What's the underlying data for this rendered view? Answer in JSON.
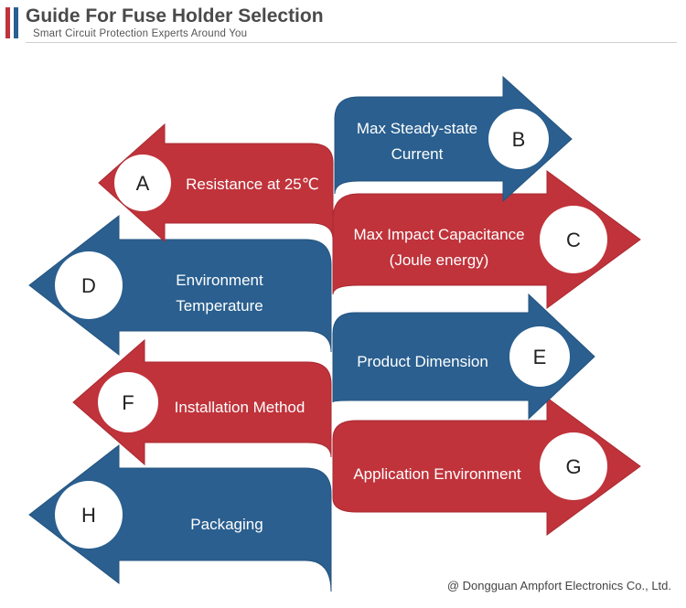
{
  "header": {
    "title": "Guide For Fuse Holder Selection",
    "subtitle": "Smart Circuit Protection Experts Around You"
  },
  "colors": {
    "red": "#c0333b",
    "blue": "#2a5f8f",
    "red_dark": "#a92a31",
    "blue_dark": "#24537e"
  },
  "items": [
    {
      "letter": "A",
      "lines": [
        "Resistance at 25℃"
      ]
    },
    {
      "letter": "B",
      "lines": [
        "Max Steady-state",
        "Current"
      ]
    },
    {
      "letter": "C",
      "lines": [
        "Max Impact Capacitance",
        "(Joule energy)"
      ]
    },
    {
      "letter": "D",
      "lines": [
        "Environment",
        "Temperature"
      ]
    },
    {
      "letter": "E",
      "lines": [
        "Product Dimension"
      ]
    },
    {
      "letter": "F",
      "lines": [
        "Installation Method"
      ]
    },
    {
      "letter": "G",
      "lines": [
        "Application Environment"
      ]
    },
    {
      "letter": "H",
      "lines": [
        "Packaging"
      ]
    }
  ],
  "footer": "@ Dongguan Ampfort Electronics Co., Ltd."
}
